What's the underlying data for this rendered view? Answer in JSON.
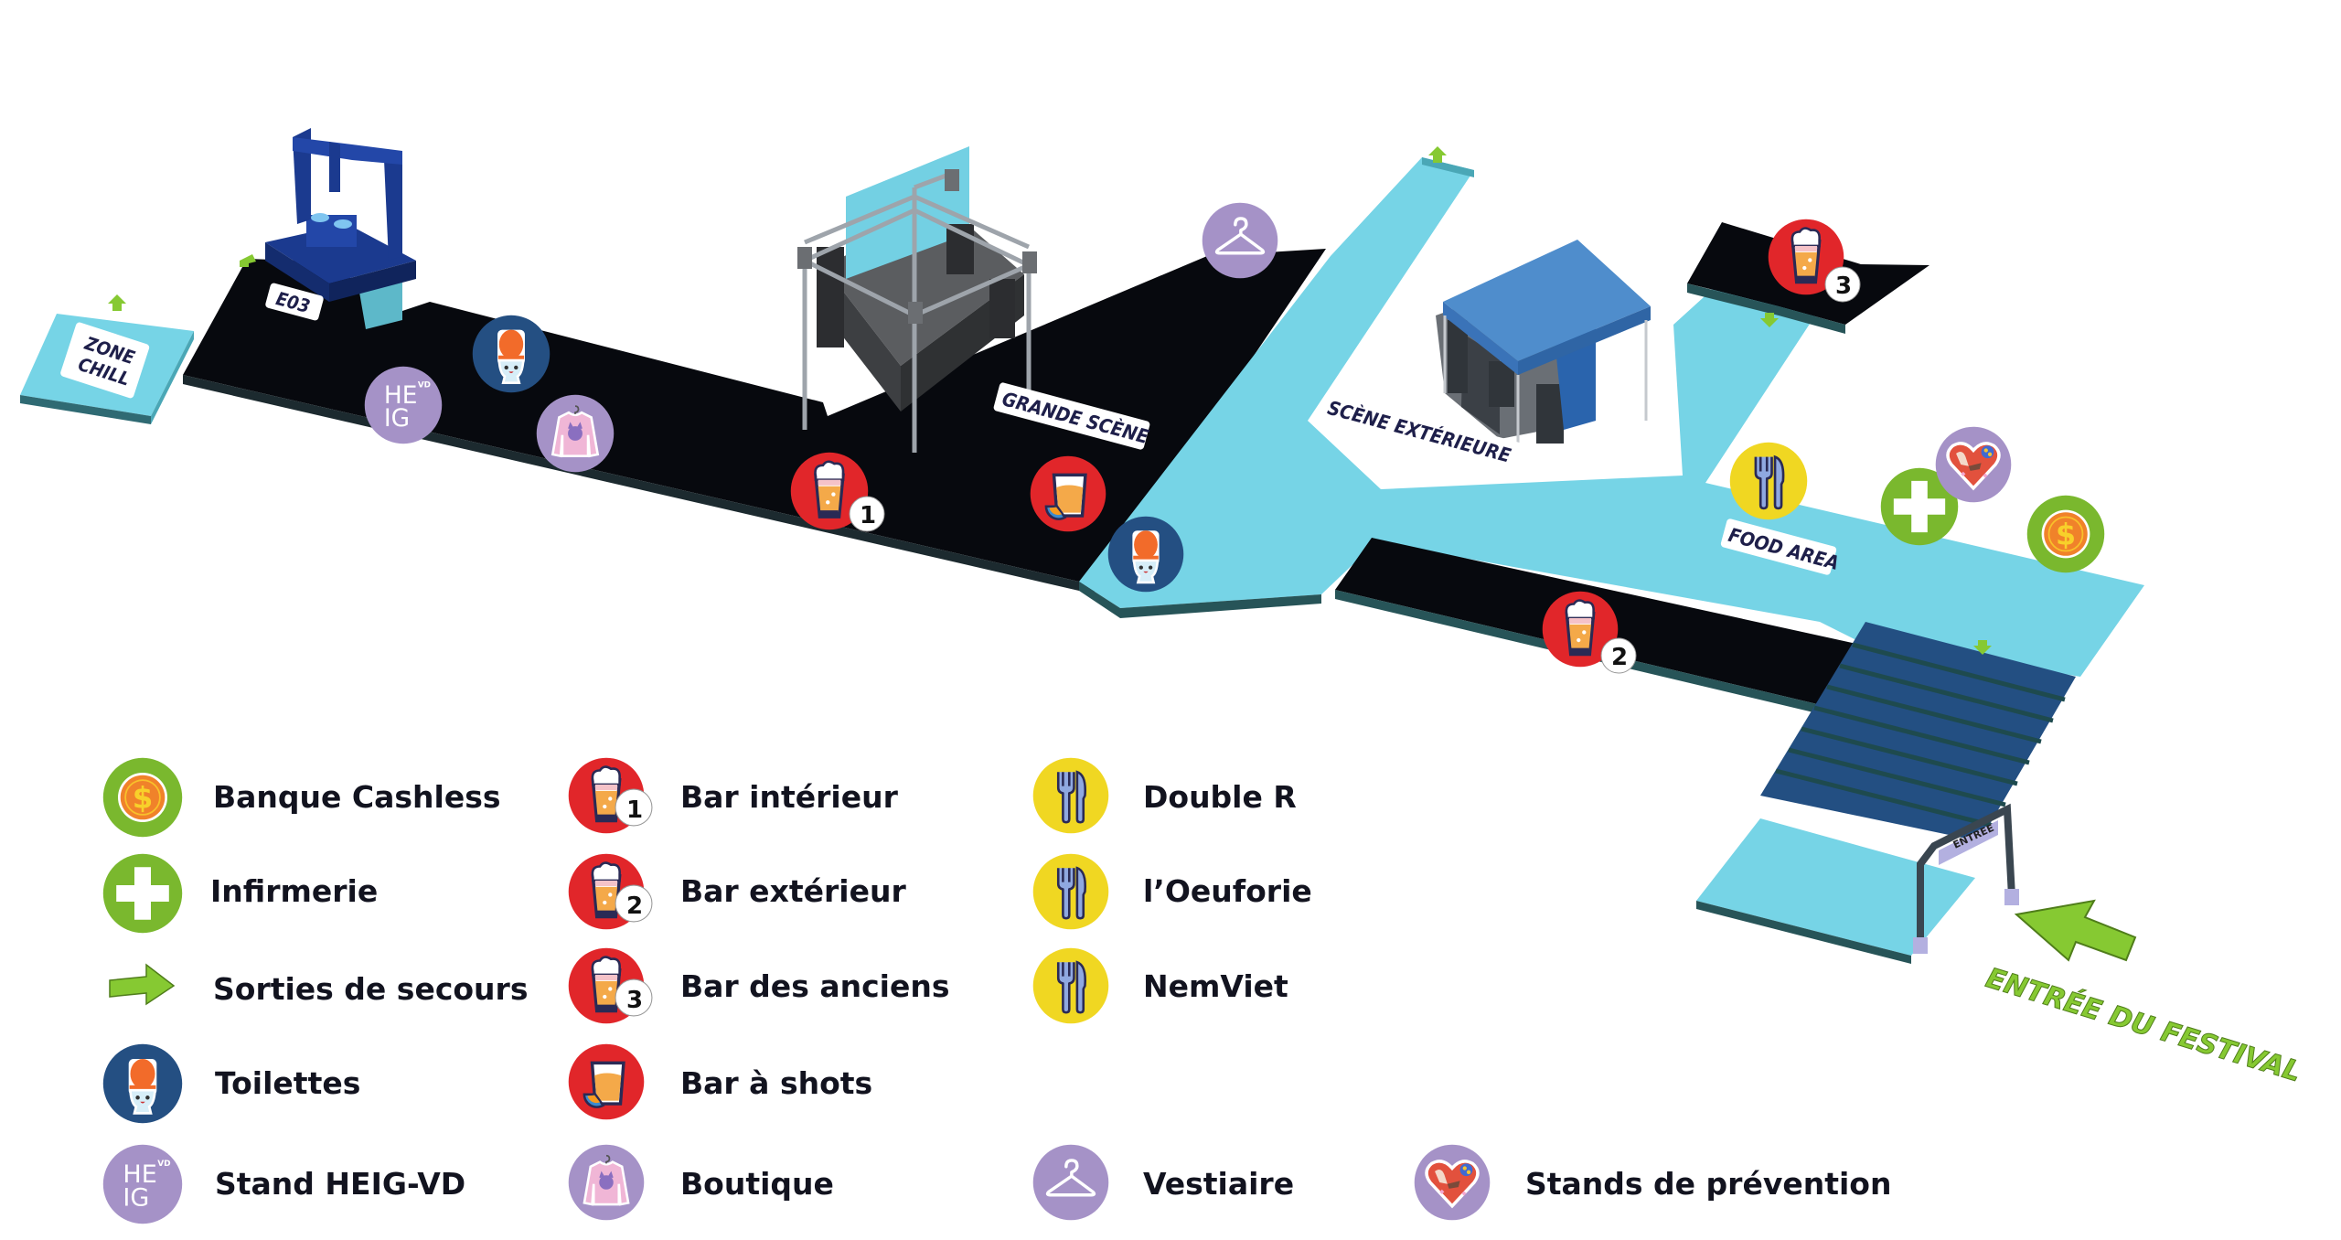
{
  "colors": {
    "indoor_floor": "#07090e",
    "outdoor_floor": "#76d4e6",
    "floor_edge": "#275458",
    "stairs": "#234f82",
    "exit_arrow": "#86c932",
    "bar_red": "#e1262a",
    "food_yellow": "#f0d722",
    "green_service": "#7ab82e",
    "purple_service": "#a592c7",
    "toilet_blue": "#244f82",
    "dj_blue": "#1b3a8f",
    "tent_blue": "#4f8dcc",
    "label_text": "#1e1f4a"
  },
  "map": {
    "zones": {
      "zone_chill": [
        "ZONE",
        "CHILL"
      ],
      "e03": "E03",
      "grande_scene": "GRANDE SCÈNE",
      "scene_exterieure": "SCÈNE EXTÉRIEURE",
      "food_area": "FOOD AREA",
      "entree_sign": "ENTREE",
      "entree_festival": "ENTRÉE DU FESTIVAL"
    },
    "markers": {
      "bar_1_badge": "1",
      "bar_2_badge": "2",
      "bar_3_badge": "3",
      "heig_logo": [
        "HE",
        "IG",
        "VD"
      ]
    }
  },
  "legend": {
    "items": [
      {
        "id": "banque-cashless",
        "label": "Banque Cashless",
        "icon": "coin-icon"
      },
      {
        "id": "infirmerie",
        "label": "Infirmerie",
        "icon": "medical-cross-icon"
      },
      {
        "id": "sorties-secours",
        "label": "Sorties de secours",
        "icon": "exit-arrow-icon"
      },
      {
        "id": "toilettes",
        "label": "Toilettes",
        "icon": "toilet-icon"
      },
      {
        "id": "stand-heig",
        "label": "Stand HEIG-VD",
        "icon": "heig-logo-icon"
      },
      {
        "id": "bar-interieur",
        "label": "Bar intérieur",
        "icon": "beer-icon",
        "badge": "1"
      },
      {
        "id": "bar-exterieur",
        "label": "Bar extérieur",
        "icon": "beer-icon",
        "badge": "2"
      },
      {
        "id": "bar-anciens",
        "label": "Bar des anciens",
        "icon": "beer-icon",
        "badge": "3"
      },
      {
        "id": "bar-shots",
        "label": "Bar à shots",
        "icon": "shot-glass-icon"
      },
      {
        "id": "boutique",
        "label": "Boutique",
        "icon": "sweater-icon"
      },
      {
        "id": "double-r",
        "label": "Double R",
        "icon": "fork-knife-icon"
      },
      {
        "id": "oeuforie",
        "label": "l’Oeuforie",
        "icon": "fork-knife-icon"
      },
      {
        "id": "nemviet",
        "label": "NemViet",
        "icon": "fork-knife-icon"
      },
      {
        "id": "vestiaire",
        "label": "Vestiaire",
        "icon": "hanger-icon"
      },
      {
        "id": "prevention",
        "label": "Stands de prévention",
        "icon": "heart-icon"
      }
    ]
  }
}
